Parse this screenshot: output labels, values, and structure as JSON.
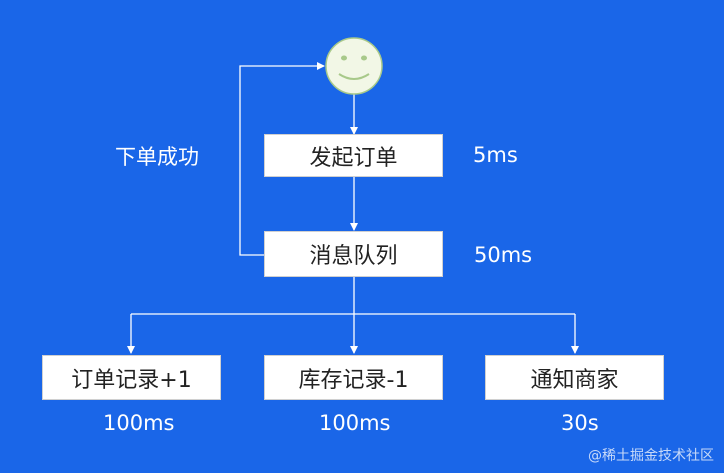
{
  "nodes": {
    "start": "发起订单",
    "queue": "消息队列",
    "order_record": "订单记录+1",
    "stock_record": "库存记录-1",
    "notify": "通知商家"
  },
  "labels": {
    "success": "下单成功",
    "start_latency": "5ms",
    "queue_latency": "50ms",
    "order_latency": "100ms",
    "stock_latency": "100ms",
    "notify_latency": "30s"
  },
  "watermark": "@稀土掘金技术社区",
  "colors": {
    "background": "#1a66e8",
    "line": "#ffffff",
    "box_fill": "#ffffff",
    "smiley_fill": "#f2f7e6",
    "smiley_stroke": "#a8c98a"
  },
  "icons": [
    "smiley-face-icon"
  ]
}
